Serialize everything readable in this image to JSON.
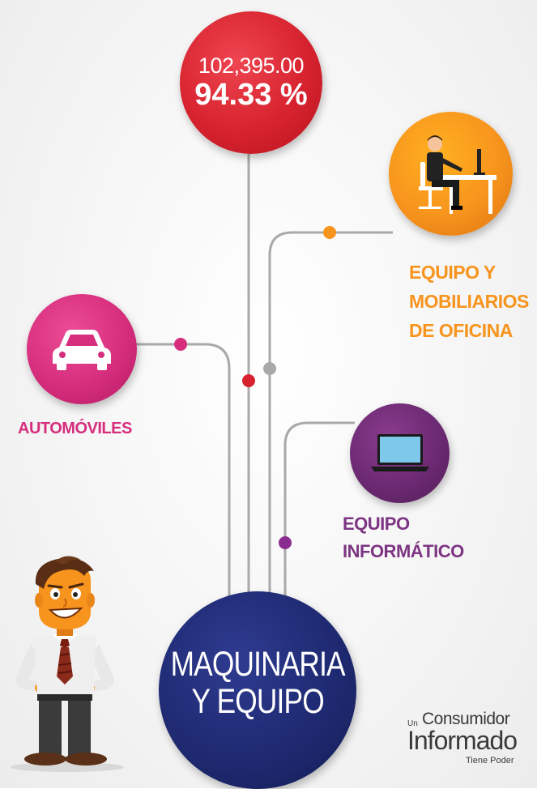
{
  "stat": {
    "amount": "102,395.00",
    "percent": "94.33 %"
  },
  "categories": {
    "office": {
      "label_lines": [
        "EQUIPO Y",
        "MOBILIARIOS",
        "DE OFICINA"
      ],
      "color": "#f7941d",
      "icon": "office-desk-icon"
    },
    "automobiles": {
      "label": "AUTOMÓVILES",
      "color": "#d62e7d",
      "icon": "car-icon"
    },
    "it": {
      "label_lines": [
        "EQUIPO",
        "INFORMÁTICO"
      ],
      "color": "#6c2a72",
      "icon": "laptop-icon"
    }
  },
  "main": {
    "title_lines": [
      "MAQUINARIA",
      "Y EQUIPO"
    ],
    "color": "#1f2a72"
  },
  "stat_color": "#d7232f",
  "brand": {
    "un": "Un",
    "consumidor": "Consumidor",
    "informado": "Informado",
    "tiene_poder": "Tiene Poder"
  },
  "mascot": {
    "icon": "businessman-mascot-icon"
  }
}
